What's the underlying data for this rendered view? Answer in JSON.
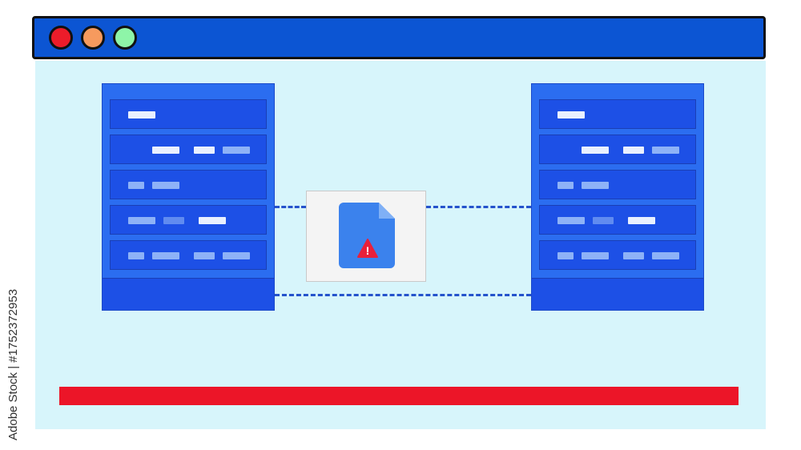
{
  "window": {
    "controls": [
      {
        "name": "close",
        "color": "#ec1c2a"
      },
      {
        "name": "minimize",
        "color": "#f69a5e"
      },
      {
        "name": "maximize",
        "color": "#8ef5a8"
      }
    ]
  },
  "colors": {
    "titlebar": "#0c55d3",
    "content_bg": "#d7f5fb",
    "rack": "#2b6df0",
    "rack_unit": "#1d50e6",
    "bar_bright": "#e9f0ff",
    "bar_dim": "#8eb2f7",
    "dash": "#2553cc",
    "doc_card": "#f4f4f4",
    "doc_icon": "#3b82ed",
    "warning": "#e8203b",
    "progress": "#ec1528"
  },
  "doc": {
    "icon": "file-warning-icon",
    "warning_glyph": "!"
  },
  "progress": {
    "fraction": 1.0
  },
  "watermark": {
    "text": "Adobe Stock | #1752372953"
  }
}
